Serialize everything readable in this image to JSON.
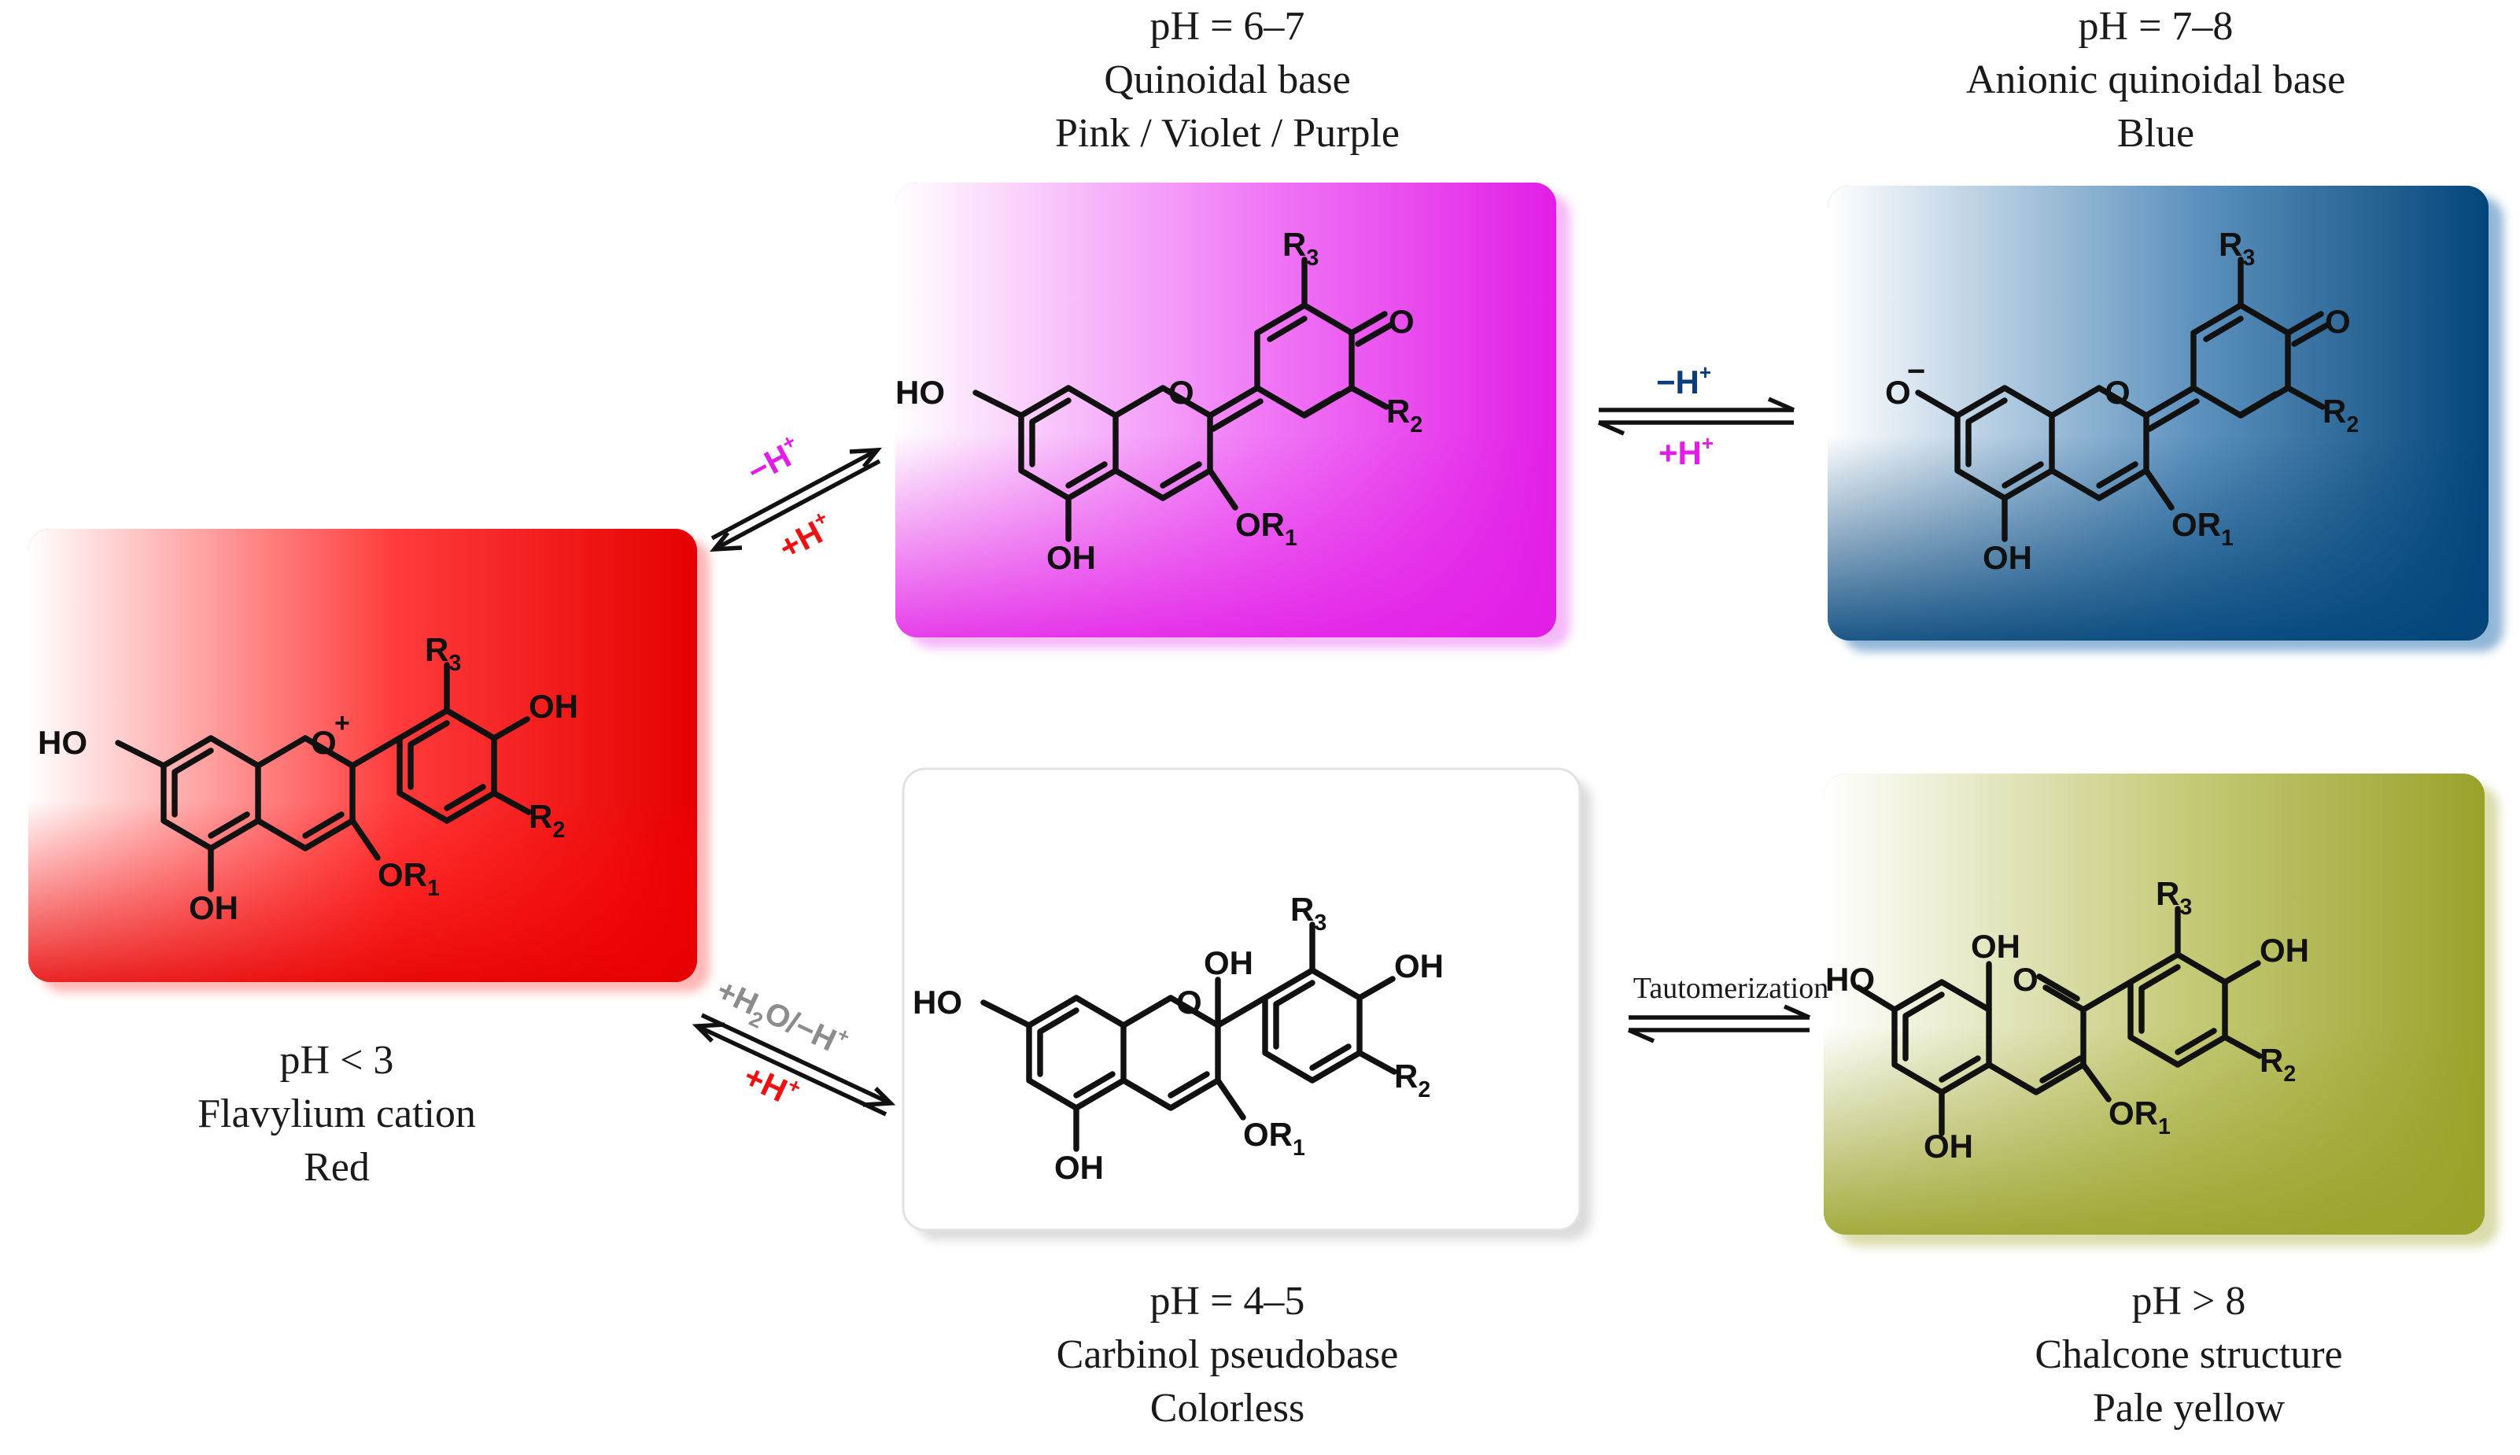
{
  "colors": {
    "flavylium": "#ee0000",
    "quinoidal": "#e33ff0",
    "anionic": "#04497c",
    "carbinol": "#ffffff",
    "chalcone": "#a3ac33",
    "minus_h_quinoidal": "#e21ee6",
    "plus_h": "#ee1111",
    "minus_h_anionic": "#0c3d7a",
    "plus_h_anionic": "#e21ee6",
    "hydration": "#8c8c8c"
  },
  "flavylium": {
    "ph": "pH < 3",
    "name": "Flavylium cation",
    "color": "Red"
  },
  "quinoidal": {
    "ph": "pH = 6–7",
    "name": "Quinoidal base",
    "color": "Pink / Violet / Purple"
  },
  "anionic": {
    "ph": "pH = 7–8",
    "name": "Anionic quinoidal base",
    "color": "Blue"
  },
  "carbinol": {
    "ph": "pH = 4–5",
    "name": "Carbinol pseudobase",
    "color": "Colorless"
  },
  "chalcone": {
    "ph": "pH > 8",
    "name": "Chalcone structure",
    "color": "Pale yellow"
  },
  "atoms": {
    "HO": "HO",
    "OH": "OH",
    "O": "O",
    "R": "R",
    "OR": "OR",
    "sub1": "1",
    "sub2": "2",
    "sub3": "3",
    "plus": "+",
    "minus": "−"
  },
  "arrows": {
    "flav_quin_fwd": {
      "main": "−H",
      "sup": "+"
    },
    "flav_quin_rev": {
      "main": "+H",
      "sup": "+"
    },
    "quin_anion_fwd": {
      "main": "−H",
      "sup": "+"
    },
    "quin_anion_rev": {
      "main": "+H",
      "sup": "+"
    },
    "flav_carb_fwd_a": "+H",
    "flav_carb_fwd_sub": "2",
    "flav_carb_fwd_b": "O/−H",
    "flav_carb_fwd_sup": "+",
    "flav_carb_rev": {
      "main": "+H",
      "sup": "+"
    },
    "carb_chal": "Tautomerization"
  }
}
